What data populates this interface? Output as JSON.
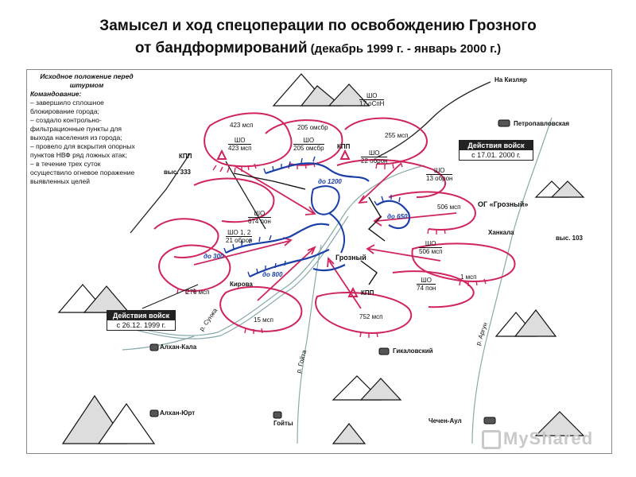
{
  "title": {
    "line1": "Замысел и ход спецоперации по освобождению Грозного",
    "line2_main": "от бандформирований",
    "line2_small": " (декабрь 1999 г. - январь 2000 г.)"
  },
  "note": {
    "heading": "Исходное положение перед штурмом",
    "subheading": "Командование:",
    "items": [
      "– завершило сплошное блокирование города;",
      "– создало контрольно-фильтрационные пункты для выхода населения из города;",
      "– провело для вскрытия опорных пунктов НВФ ряд ложных атак;",
      "– в течение трех суток осуществило огневое поражение выявленных целей"
    ]
  },
  "boxes": {
    "left": {
      "header": "Действия войск",
      "date": "с 26.12. 1999 г."
    },
    "right": {
      "header": "Действия войск",
      "date": "с 17.01. 2000 г."
    }
  },
  "places": {
    "kizlyar": "На Кизляр",
    "petropavlovskaya": "Петропавловская",
    "khankala": "Ханкала",
    "height103": "выс. 103",
    "alkhan_kala": "Алхан-Кала",
    "alkhan_yurt": "Алхан-Юрт",
    "goyty": "Гойты",
    "gikalovsky": "Гикаловский",
    "chechen_aul": "Чечен-Аул",
    "grozny": "Грозный",
    "kirova": "Кирова",
    "height333": "выс. 333",
    "og_grozny": "ОГ «Грозный»"
  },
  "rivers": {
    "sunzha": "р. Сунжа",
    "goyta": "р. Гойта",
    "argun": "р. Аргун"
  },
  "checkpoints": {
    "kpp1": "КПП",
    "kpp2": "КПП",
    "kpp3": "КПП"
  },
  "units": {
    "u423": "423 мсп",
    "u205": "205 омсбр",
    "u255": "255 мсп",
    "u506a": "506 мсп",
    "u506b": "506 мсп",
    "u1": "1 мсп",
    "u752": "752 мсп",
    "u15": "15 мсп",
    "u276": "276 мсп"
  },
  "sho": {
    "a_top": "ШО",
    "a_bot": "17 оСпН",
    "b_top": "ШО",
    "b_bot": "423 мсп",
    "c_top": "ШО",
    "c_bot": "205 омсбр",
    "d_top": "ШО",
    "d_bot": "22 оброн",
    "e_top": "ШО",
    "e_bot": "13 оброн",
    "f_top": "ШО",
    "f_bot": "674 пон",
    "g_top": "ШО 1, 2",
    "g_bot": "21 оброн",
    "h_top": "ШО",
    "h_bot": "506 мсп",
    "i_top": "ШО",
    "i_bot": "74 пон"
  },
  "advances": {
    "d1200": "до 1200",
    "d650": "до 650",
    "d300": "до 300",
    "d800": "до 800"
  },
  "watermark": "MyShared",
  "colors": {
    "red": "#d0245c",
    "blue": "#1a3fa8",
    "river": "#8aa"
  }
}
